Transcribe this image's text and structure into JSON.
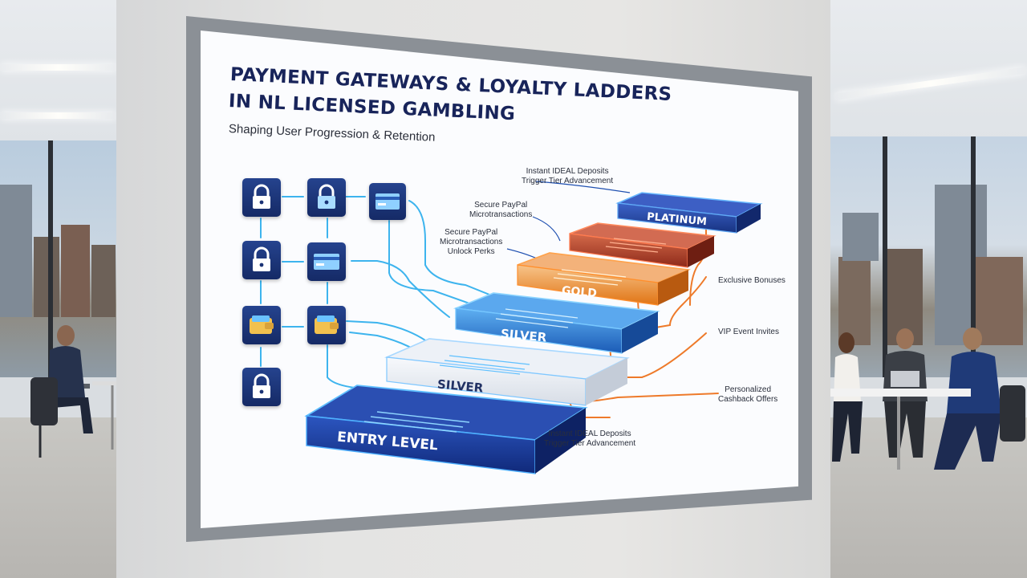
{
  "board": {
    "title_line_1": "PAYMENT GATEWAYS & LOYALTY LADDERS",
    "title_line_2": "IN NL LICENSED GAMBLING",
    "subtitle": "Shaping User Progression & Retention"
  },
  "tiers": [
    {
      "label": "ENTRY LEVEL",
      "color": "#1b3f9c"
    },
    {
      "label": "SILVER",
      "color": "#e8ecf2"
    },
    {
      "label": "SILVER",
      "color": "#1e66c9"
    },
    {
      "label": "GOLD",
      "color": "#e27a1c"
    },
    {
      "label": "",
      "color": "#b8452a"
    },
    {
      "label": "PLATINUM",
      "color": "#1e3e9a"
    }
  ],
  "annotations": {
    "ideal_top": [
      "Instant IDEAL Deposits",
      "Trigger Tier Advancement"
    ],
    "paypal_micro": [
      "Secure PayPal",
      "Microtransactions"
    ],
    "paypal_perks": [
      "Secure PayPal",
      "Microtransactions",
      "Unlock Perks"
    ],
    "exclusive_bonuses": "Exclusive Bonuses",
    "vip_event": "VIP Event Invites",
    "cashback": [
      "Personalized",
      "Cashback Offers"
    ],
    "ideal_bottom": [
      "Instant IDEAL Deposits",
      "Trigger Tier Advancement"
    ]
  },
  "icons": [
    {
      "name": "lock-icon"
    },
    {
      "name": "lock-icon"
    },
    {
      "name": "credit-card-icon"
    },
    {
      "name": "lock-icon"
    },
    {
      "name": "credit-card-icon"
    },
    {
      "name": "wallet-icon"
    },
    {
      "name": "wallet-icon"
    },
    {
      "name": "lock-icon"
    }
  ],
  "colors": {
    "navy": "#18245a",
    "flow_blue": "#3db4ee",
    "flow_orange": "#ee7a2a"
  }
}
